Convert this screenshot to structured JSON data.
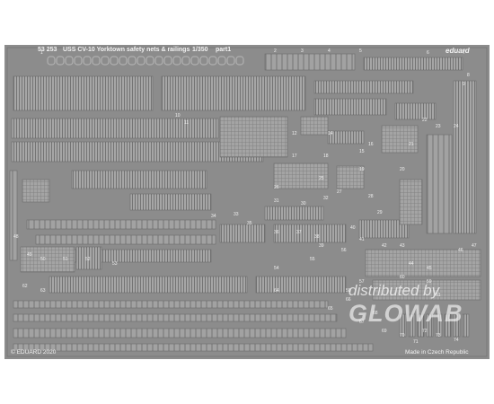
{
  "header": {
    "code": "53 253",
    "title": "USS CV-10 Yorktown safety nets & railings",
    "scale": "1/350",
    "part": "part1",
    "brand": "eduard"
  },
  "footer": {
    "copyright": "© EDUARD 2020",
    "origin": "Made in Czech Republic"
  },
  "watermark": {
    "line1": "distributed by",
    "line2": "GLOWAB"
  },
  "part_numbers": [
    "1",
    "2",
    "3",
    "4",
    "5",
    "6",
    "7",
    "8",
    "9",
    "10",
    "11",
    "12",
    "14",
    "15",
    "16",
    "17",
    "18",
    "19",
    "20",
    "21",
    "22",
    "23",
    "24",
    "25",
    "26",
    "27",
    "28",
    "29",
    "30",
    "31",
    "32",
    "33",
    "34",
    "35",
    "36",
    "37",
    "38",
    "39",
    "40",
    "41",
    "42",
    "43",
    "44",
    "45",
    "46",
    "47",
    "48",
    "49",
    "50",
    "51",
    "52",
    "53",
    "54",
    "55",
    "56",
    "57",
    "58",
    "59",
    "60",
    "61",
    "62",
    "63",
    "64",
    "65",
    "66",
    "67",
    "68",
    "69",
    "70",
    "71",
    "72",
    "73",
    "74"
  ],
  "colors": {
    "fret": "#8c8c8c",
    "part": "#a8a8a8",
    "grid": "#6e6e6e",
    "text": "#f2f2f2"
  }
}
